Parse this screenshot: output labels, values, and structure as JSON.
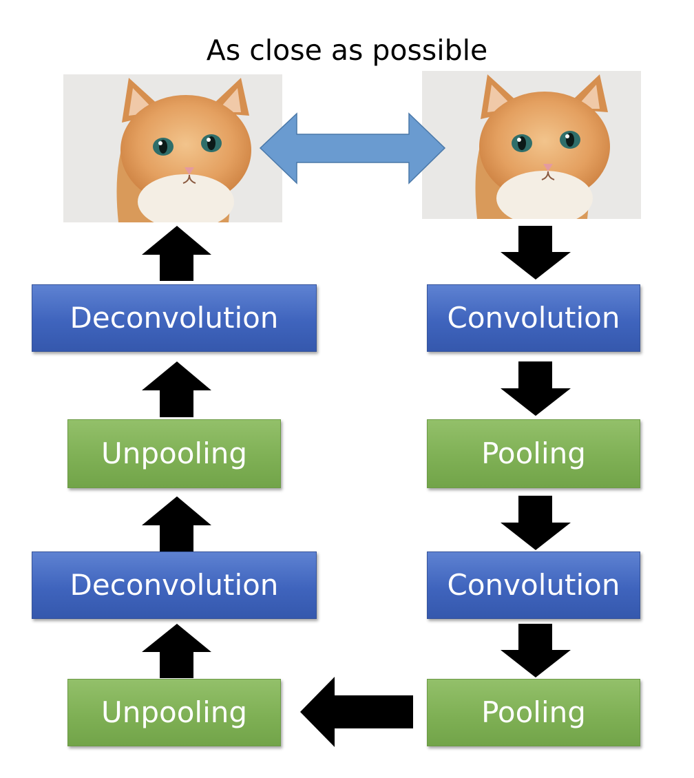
{
  "title": "As close as possible",
  "decoder": {
    "boxes": [
      {
        "label": "Deconvolution",
        "kind": "deconvolution"
      },
      {
        "label": "Unpooling",
        "kind": "unpooling"
      },
      {
        "label": "Deconvolution",
        "kind": "deconvolution"
      },
      {
        "label": "Unpooling",
        "kind": "unpooling"
      }
    ]
  },
  "encoder": {
    "boxes": [
      {
        "label": "Convolution",
        "kind": "convolution"
      },
      {
        "label": "Pooling",
        "kind": "pooling"
      },
      {
        "label": "Convolution",
        "kind": "convolution"
      },
      {
        "label": "Pooling",
        "kind": "pooling"
      }
    ]
  },
  "images": {
    "output": "kitten-photo",
    "input": "kitten-photo"
  },
  "colors": {
    "conv_box": "#4a6fc8",
    "pool_box": "#84b45c",
    "compare_arrow": "#6a9bd0",
    "flow_arrow": "#000000"
  }
}
